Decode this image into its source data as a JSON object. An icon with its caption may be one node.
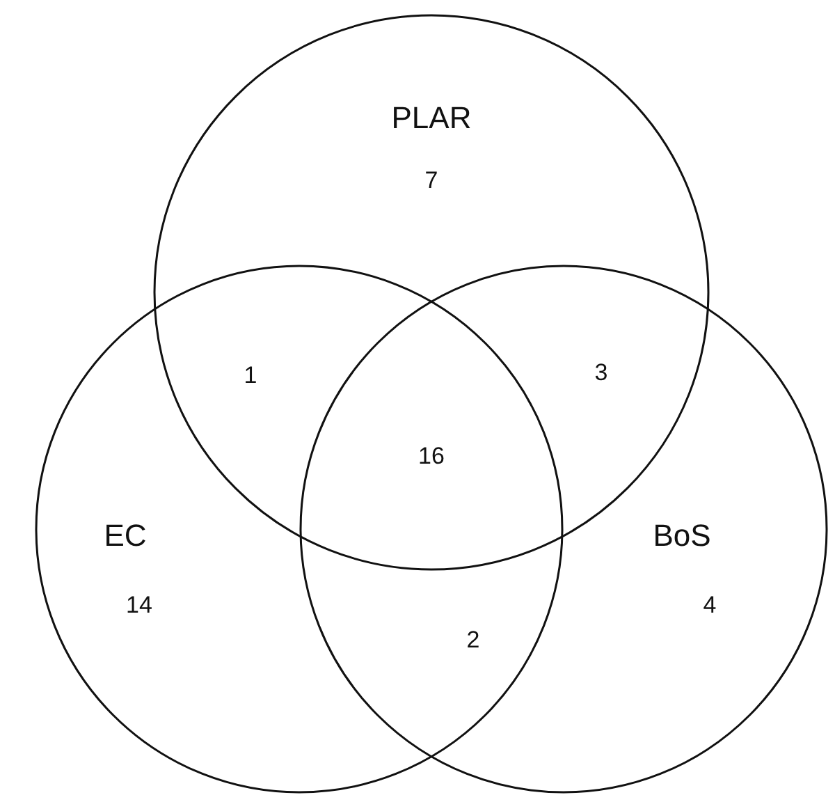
{
  "diagram": {
    "nodes": [
      {
        "text": [
          "PLAR",
          "7"
        ]
      },
      {
        "text": [
          "EC",
          "14"
        ]
      },
      {
        "text": [
          "BoS",
          "4"
        ]
      }
    ],
    "labels": [
      "1",
      "3",
      "16",
      "2"
    ]
  }
}
